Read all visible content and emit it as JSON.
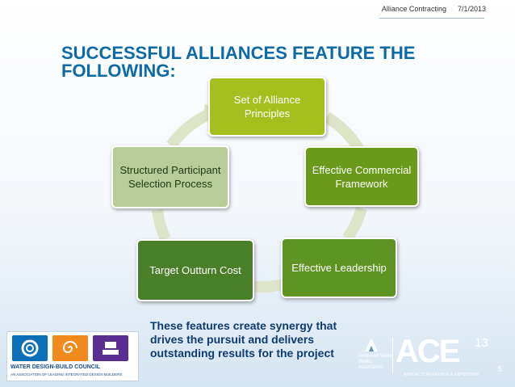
{
  "header": {
    "left_label": "Alliance Contracting",
    "date": "7/1/2013"
  },
  "title": "SUCCESSFUL ALLIANCES FEATURE THE FOLLOWING:",
  "cycle": {
    "items": [
      {
        "label": "Set of Alliance Principles"
      },
      {
        "label": "Effective Commercial Framework"
      },
      {
        "label": "Effective Leadership"
      },
      {
        "label": "Target Outturn Cost"
      },
      {
        "label": "Structured Participant Selection Process"
      }
    ],
    "arrow_color": "#dce3c6"
  },
  "footer_text": "These features create synergy that drives the pursuit and delivers outstanding results for the project",
  "logos": {
    "wdbc_name": "WATER DESIGN-BUILD COUNCIL",
    "wdbc_tagline": "AN ASSOCIATION OF LEADING INTEGRATED DESIGN BUILDERS",
    "awwa_label": "American Water Works Association",
    "ace_name": "ACE",
    "ace_sup": "13",
    "ace_sub": "ANNUAL CONFERENCE & EXPOSITION"
  },
  "page_number": "5",
  "colors": {
    "title": "#0d6aa8",
    "box1": "#a4bf1e",
    "box2": "#6a9a1a",
    "box3": "#5d9423",
    "box4": "#4a7f2a",
    "box5": "#b8cc9a"
  }
}
